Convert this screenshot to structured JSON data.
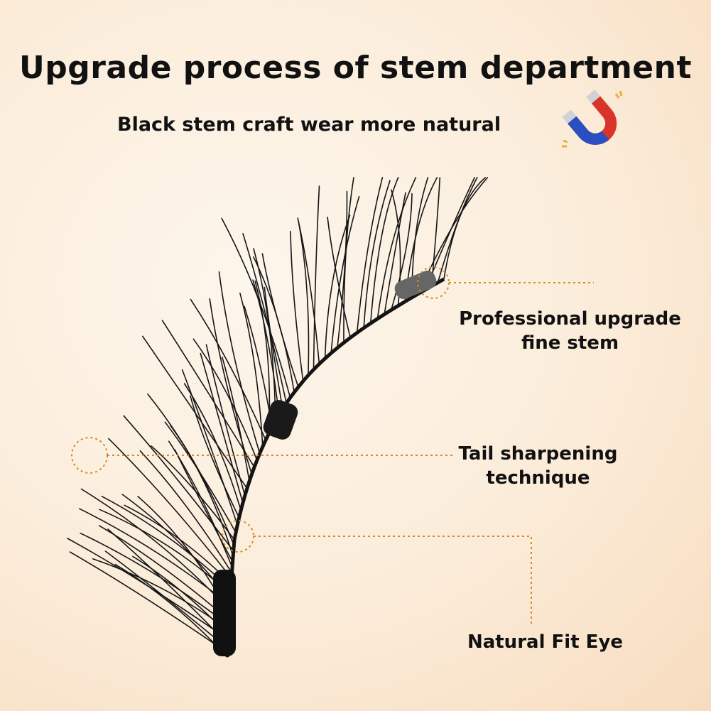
{
  "title": "Upgrade process of stem department",
  "subtitle": "Black stem craft wear more natural",
  "callouts": {
    "fine_stem_line1": "Professional upgrade",
    "fine_stem_line2": "fine stem",
    "tail_line1": "Tail sharpening",
    "tail_line2": "technique",
    "fit": "Natural Fit Eye"
  },
  "icons": {
    "badge": "magnet-icon"
  },
  "colors": {
    "accent": "#d38a2a",
    "magnet_blue": "#2a4fc0",
    "magnet_red": "#d8342a",
    "background": "#fbecd9"
  }
}
